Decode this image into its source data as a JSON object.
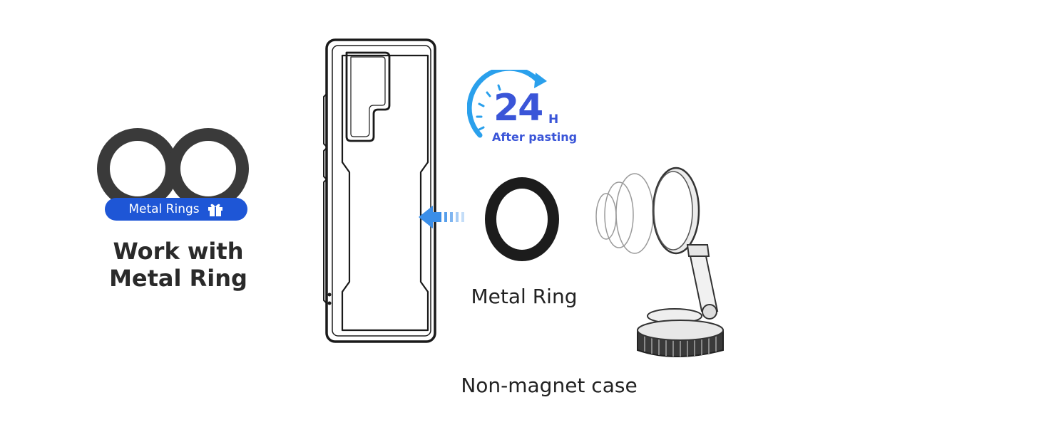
{
  "badge": {
    "label": "Metal Rings",
    "icon": "gift-icon"
  },
  "feature": {
    "line1": "Work with",
    "line2": "Metal Ring"
  },
  "timer": {
    "number": "24",
    "unit": "H",
    "caption": "After pasting",
    "icon": "clock-arrow-icon"
  },
  "ring": {
    "label": "Metal Ring"
  },
  "case": {
    "label": "Non-magnet case"
  },
  "colors": {
    "brand_blue": "#1e56d6",
    "timer_blue": "#3a55d8",
    "arrow_blue": "#3a8ee8",
    "ring_dark": "#1c1c1c"
  }
}
